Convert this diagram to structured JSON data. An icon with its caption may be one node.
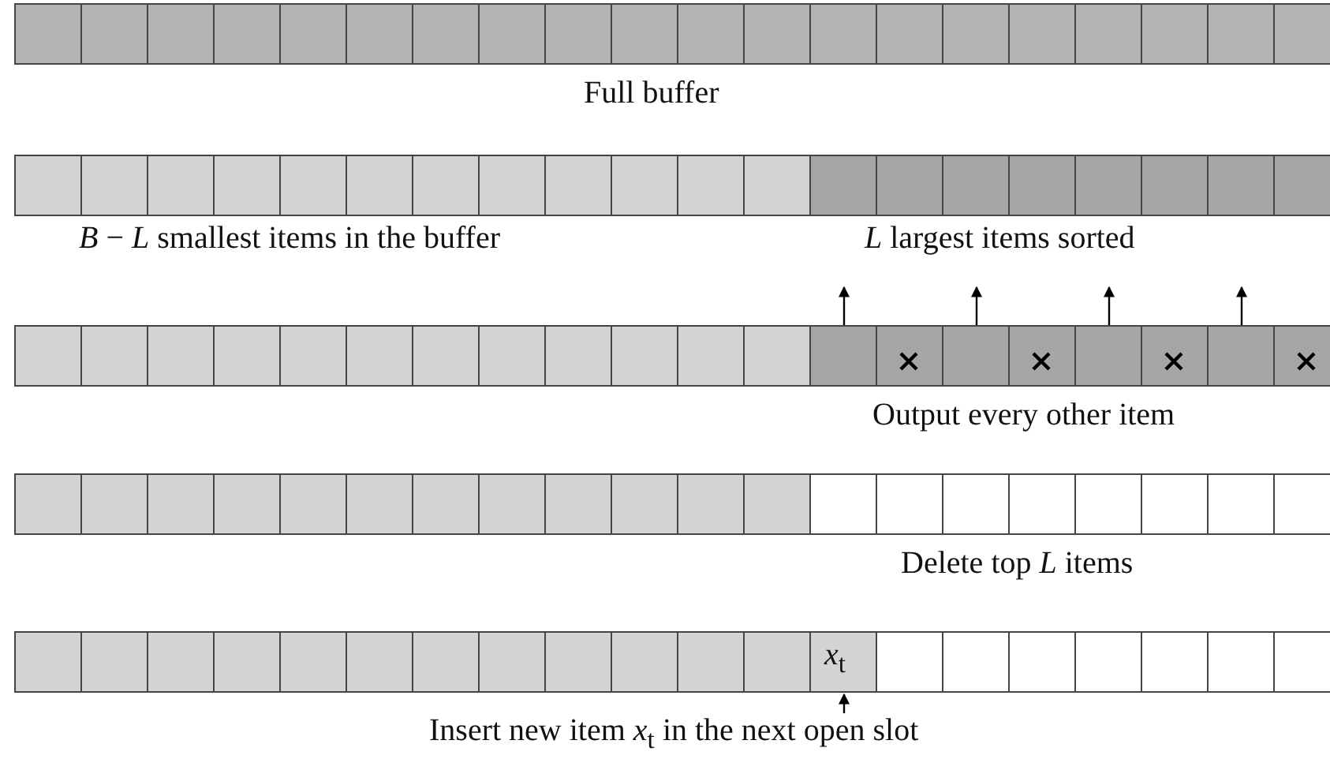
{
  "diagram": {
    "nodes": [
      {
        "text": [],
        "shape": "box"
      },
      {
        "text": [],
        "shape": "box"
      },
      {
        "text": [],
        "shape": "box"
      },
      {
        "text": [],
        "shape": "box"
      },
      {
        "text": [
          "*x*$_{t}$"
        ]
      },
      {
        "text": [
          "Insert new item *x*$_{t}$ in the next open slot"
        ]
      }
    ],
    "edges": [
      {
        "from": 0,
        "to": null,
        "arrow": "to"
      },
      {
        "from": 1,
        "to": null,
        "arrow": "to"
      },
      {
        "from": 2,
        "to": null,
        "arrow": "to"
      },
      {
        "from": 3,
        "to": null,
        "arrow": "to"
      },
      {
        "from": 5,
        "to": 4,
        "arrow": "to"
      }
    ],
    "labels": [
      "Full buffer",
      "*B* − *L* smallest items in the buffer",
      "*L* largest items sorted",
      "Output every other item",
      "Delete top *L* items"
    ]
  }
}
